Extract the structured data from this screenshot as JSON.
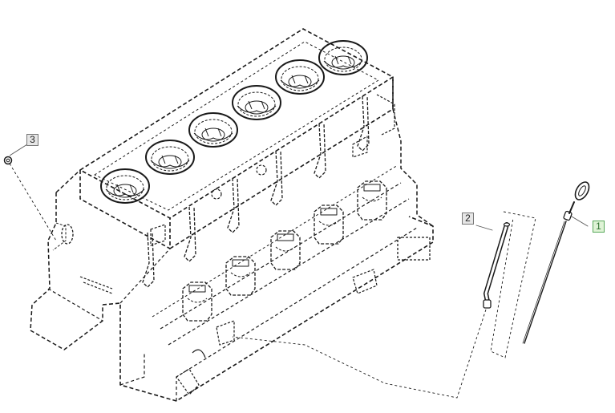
{
  "diagram": {
    "callouts": [
      {
        "label": "1",
        "part": "oil-dipstick",
        "selected": true
      },
      {
        "label": "2",
        "part": "dipstick-guide-tube",
        "selected": false
      },
      {
        "label": "3",
        "part": "bolt",
        "selected": false
      }
    ]
  },
  "colors": {
    "line": "#1a1a1a",
    "callout_bg": "#e6e6e6",
    "callout_border": "#777777",
    "selected_bg": "#dff3d6",
    "selected_border": "#58a85a"
  }
}
